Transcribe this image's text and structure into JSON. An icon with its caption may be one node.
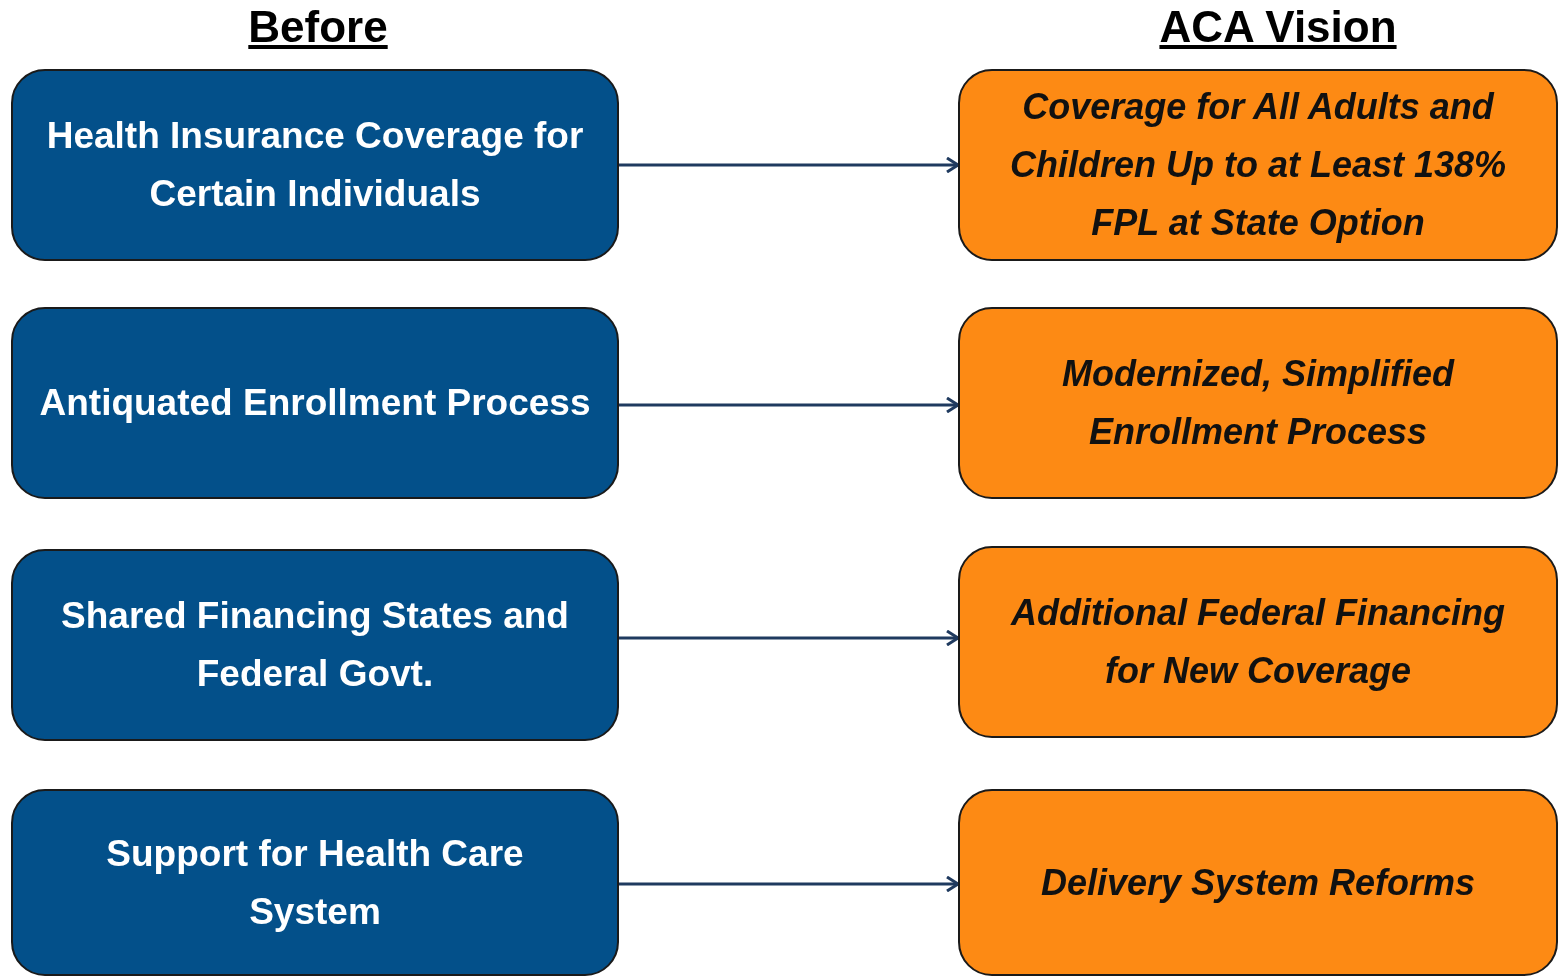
{
  "diagram": {
    "nodes": [
      {
        "text": [
          "Health Insurance Coverage for Certain Individuals"
        ]
      },
      {
        "text": [
          "Coverage for All Adults and Children Up to at Least 138% FPL at State Option"
        ]
      },
      {
        "text": [
          "Antiquated Enrollment Process"
        ]
      },
      {
        "text": [
          "Modernized, Simplified Enrollment Process"
        ]
      },
      {
        "text": [
          "Shared Financing States and Federal Govt."
        ]
      },
      {
        "text": [
          "Additional Federal Financing for New Coverage"
        ]
      },
      {
        "text": [
          "Support for Health Care System"
        ]
      },
      {
        "text": [
          "Delivery System Reforms"
        ]
      }
    ],
    "edges": [
      {
        "from": 0,
        "to": 1,
        "arrow": "to"
      },
      {
        "from": 2,
        "to": 3,
        "arrow": "to"
      },
      {
        "from": 4,
        "to": 5,
        "arrow": "to"
      },
      {
        "from": 6,
        "to": 7,
        "arrow": "to"
      }
    ],
    "labels": [
      "Before",
      "ACA Vision"
    ]
  }
}
